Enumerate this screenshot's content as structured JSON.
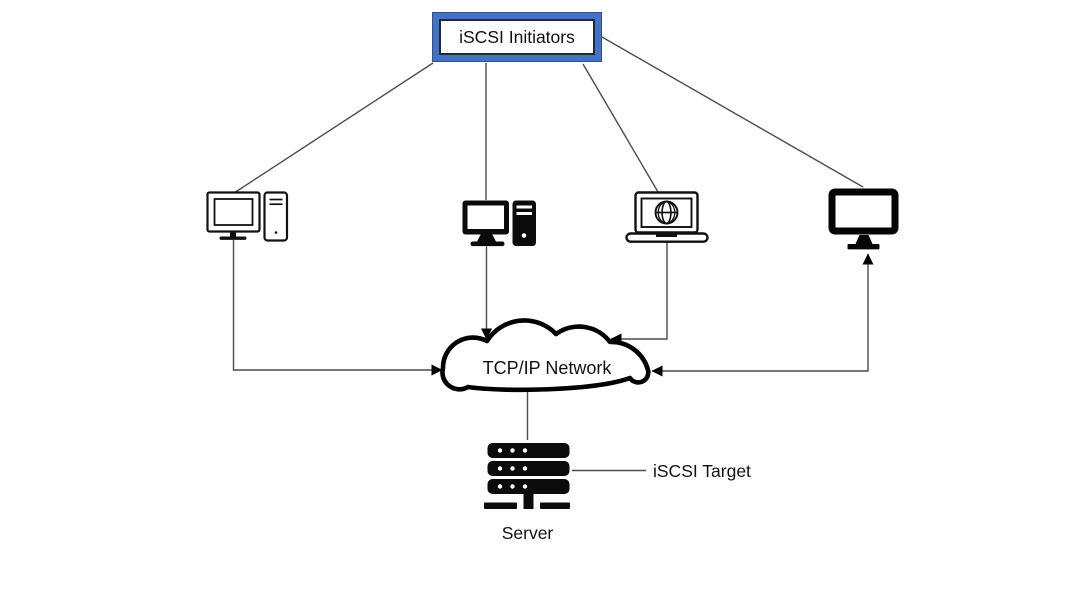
{
  "diagram": {
    "title": "iSCSI network architecture diagram",
    "initiators_box": {
      "label": "iSCSI Initiators",
      "fill_color": "#4472c4",
      "edge_color": "#2f528f"
    },
    "cloud": {
      "label": "TCP/IP Network",
      "stroke_color": "#000000"
    },
    "server": {
      "label": "Server"
    },
    "target": {
      "label": "iSCSI Target"
    },
    "devices": [
      {
        "name": "desktop-pc-outline-icon"
      },
      {
        "name": "desktop-pc-solid-icon"
      },
      {
        "name": "laptop-globe-icon"
      },
      {
        "name": "monitor-display-icon"
      }
    ],
    "connections": [
      "initiators-box to desktop-pc-outline",
      "initiators-box to desktop-pc-solid",
      "initiators-box to laptop-globe",
      "initiators-box to monitor-display",
      "desktop-pc-outline to cloud (arrow)",
      "desktop-pc-solid to cloud (arrow)",
      "laptop-globe to cloud (arrow)",
      "monitor-display to cloud (arrow)",
      "cloud to server",
      "server to iSCSI Target callout"
    ],
    "colors": {
      "connector_gray": "#4c4c4c",
      "icon_black": "#0b0b0b",
      "background": "#ffffff"
    }
  }
}
